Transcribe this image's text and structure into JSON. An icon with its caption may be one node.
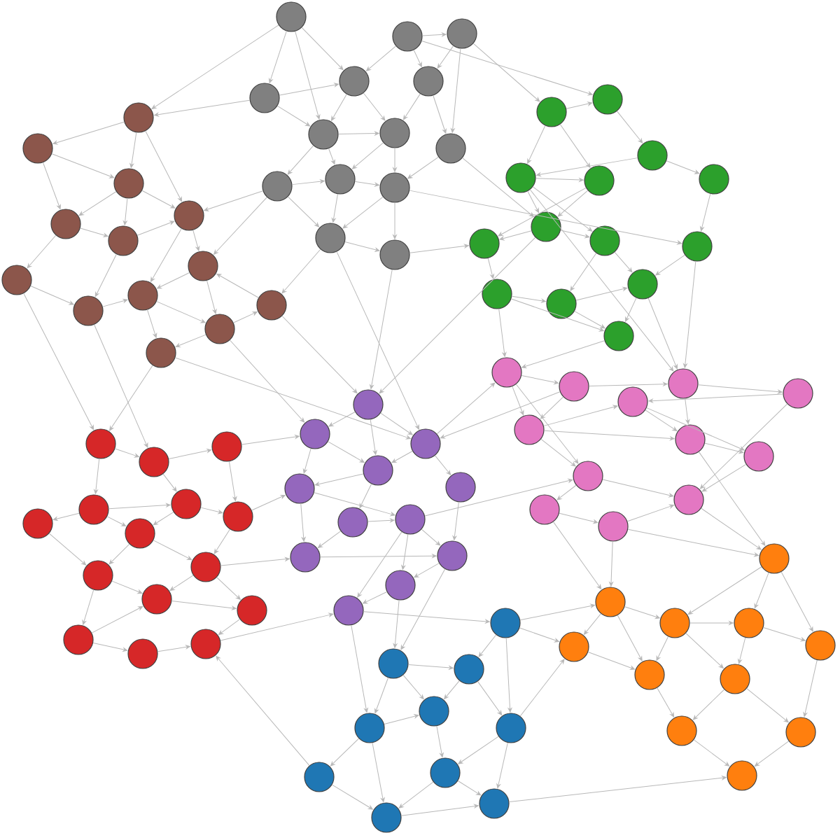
{
  "diagram": {
    "nodes": [
      {
        "text": [],
        "shape": "circle"
      },
      {
        "text": [],
        "shape": "circle"
      },
      {
        "text": [],
        "shape": "circle"
      },
      {
        "text": [],
        "shape": "circle"
      },
      {
        "text": [],
        "shape": "circle"
      },
      {
        "text": [],
        "shape": "circle"
      },
      {
        "text": [],
        "shape": "circle"
      },
      {
        "text": [],
        "shape": "circle"
      },
      {
        "text": [],
        "shape": "circle"
      },
      {
        "text": [],
        "shape": "circle"
      },
      {
        "text": [],
        "shape": "circle"
      },
      {
        "text": [],
        "shape": "circle"
      },
      {
        "text": [],
        "shape": "circle"
      },
      {
        "text": [],
        "shape": "circle"
      },
      {
        "text": [],
        "shape": "circle"
      },
      {
        "text": [],
        "shape": "circle"
      },
      {
        "text": [],
        "shape": "circle"
      },
      {
        "text": [],
        "shape": "circle"
      },
      {
        "text": [],
        "shape": "circle"
      },
      {
        "text": [],
        "shape": "circle"
      },
      {
        "text": [],
        "shape": "circle"
      },
      {
        "text": [],
        "shape": "circle"
      },
      {
        "text": [],
        "shape": "circle"
      },
      {
        "text": [],
        "shape": "circle"
      },
      {
        "text": [],
        "shape": "circle"
      },
      {
        "text": [],
        "shape": "circle"
      },
      {
        "text": [],
        "shape": "circle"
      },
      {
        "text": [],
        "shape": "circle"
      },
      {
        "text": [],
        "shape": "circle"
      },
      {
        "text": [],
        "shape": "circle"
      },
      {
        "text": [],
        "shape": "circle"
      },
      {
        "text": [],
        "shape": "circle"
      },
      {
        "text": [],
        "shape": "circle"
      },
      {
        "text": [],
        "shape": "circle"
      },
      {
        "text": [],
        "shape": "circle"
      },
      {
        "text": [],
        "shape": "circle"
      },
      {
        "text": [],
        "shape": "circle"
      },
      {
        "text": [],
        "shape": "circle"
      },
      {
        "text": [],
        "shape": "circle"
      },
      {
        "text": [],
        "shape": "circle"
      },
      {
        "text": [],
        "shape": "circle"
      },
      {
        "text": [],
        "shape": "circle"
      },
      {
        "text": [],
        "shape": "circle"
      },
      {
        "text": [],
        "shape": "circle"
      },
      {
        "text": [],
        "shape": "circle"
      },
      {
        "text": [],
        "shape": "circle"
      },
      {
        "text": [],
        "shape": "circle"
      },
      {
        "text": [],
        "shape": "circle"
      },
      {
        "text": [],
        "shape": "circle"
      },
      {
        "text": [],
        "shape": "circle"
      },
      {
        "text": [],
        "shape": "circle"
      },
      {
        "text": [],
        "shape": "circle"
      },
      {
        "text": [],
        "shape": "circle"
      },
      {
        "text": [],
        "shape": "circle"
      },
      {
        "text": [],
        "shape": "circle"
      },
      {
        "text": [],
        "shape": "circle"
      },
      {
        "text": [],
        "shape": "circle"
      },
      {
        "text": [],
        "shape": "circle"
      },
      {
        "text": [],
        "shape": "circle"
      },
      {
        "text": [],
        "shape": "circle"
      },
      {
        "text": [],
        "shape": "circle"
      },
      {
        "text": [],
        "shape": "circle"
      },
      {
        "text": [],
        "shape": "circle"
      },
      {
        "text": [],
        "shape": "circle"
      },
      {
        "text": [],
        "shape": "circle"
      },
      {
        "text": [],
        "shape": "circle"
      },
      {
        "text": [],
        "shape": "circle"
      },
      {
        "text": [],
        "shape": "circle"
      },
      {
        "text": [],
        "shape": "circle"
      },
      {
        "text": [],
        "shape": "circle"
      },
      {
        "text": [],
        "shape": "circle"
      },
      {
        "text": [],
        "shape": "circle"
      },
      {
        "text": [],
        "shape": "circle"
      },
      {
        "text": [],
        "shape": "circle"
      },
      {
        "text": [],
        "shape": "circle"
      },
      {
        "text": [],
        "shape": "circle"
      },
      {
        "text": [],
        "shape": "circle"
      },
      {
        "text": [],
        "shape": "circle"
      },
      {
        "text": [],
        "shape": "circle"
      },
      {
        "text": [],
        "shape": "circle"
      },
      {
        "text": [],
        "shape": "circle"
      },
      {
        "text": [],
        "shape": "circle"
      },
      {
        "text": [],
        "shape": "circle"
      },
      {
        "text": [],
        "shape": "circle"
      },
      {
        "text": [],
        "shape": "circle"
      },
      {
        "text": [],
        "shape": "circle"
      },
      {
        "text": [],
        "shape": "circle"
      },
      {
        "text": [],
        "shape": "circle"
      },
      {
        "text": [],
        "shape": "circle"
      },
      {
        "text": [],
        "shape": "circle"
      },
      {
        "text": [],
        "shape": "circle"
      },
      {
        "text": [],
        "shape": "circle"
      },
      {
        "text": [],
        "shape": "circle"
      },
      {
        "text": [],
        "shape": "circle"
      },
      {
        "text": [],
        "shape": "circle"
      },
      {
        "text": [],
        "shape": "circle"
      },
      {
        "text": [],
        "shape": "circle"
      },
      {
        "text": [],
        "shape": "circle"
      },
      {
        "text": [],
        "shape": "circle"
      },
      {
        "text": [],
        "shape": "circle"
      },
      {
        "text": [],
        "shape": "circle"
      }
    ],
    "edges": [
      {
        "from": 0,
        "to": 3,
        "arrow": "to"
      },
      {
        "from": 0,
        "to": 4,
        "arrow": "to"
      },
      {
        "from": 1,
        "to": 4,
        "arrow": "to"
      },
      {
        "from": 1,
        "to": 5,
        "arrow": "to"
      },
      {
        "from": 2,
        "to": 5,
        "arrow": "to"
      },
      {
        "from": 1,
        "to": 2,
        "arrow": "to"
      },
      {
        "from": 3,
        "to": 4,
        "arrow": "to"
      },
      {
        "from": 3,
        "to": 6,
        "arrow": "to"
      },
      {
        "from": 4,
        "to": 6,
        "arrow": "to"
      },
      {
        "from": 4,
        "to": 7,
        "arrow": "to"
      },
      {
        "from": 5,
        "to": 7,
        "arrow": "to"
      },
      {
        "from": 5,
        "to": 8,
        "arrow": "to"
      },
      {
        "from": 6,
        "to": 7,
        "arrow": "to"
      },
      {
        "from": 6,
        "to": 9,
        "arrow": "to"
      },
      {
        "from": 6,
        "to": 10,
        "arrow": "to"
      },
      {
        "from": 7,
        "to": 10,
        "arrow": "to"
      },
      {
        "from": 7,
        "to": 11,
        "arrow": "to"
      },
      {
        "from": 8,
        "to": 11,
        "arrow": "to"
      },
      {
        "from": 9,
        "to": 10,
        "arrow": "to"
      },
      {
        "from": 10,
        "to": 11,
        "arrow": "to"
      },
      {
        "from": 10,
        "to": 12,
        "arrow": "to"
      },
      {
        "from": 11,
        "to": 12,
        "arrow": "to"
      },
      {
        "from": 11,
        "to": 13,
        "arrow": "to"
      },
      {
        "from": 12,
        "to": 13,
        "arrow": "to"
      },
      {
        "from": 9,
        "to": 12,
        "arrow": "to"
      },
      {
        "from": 0,
        "to": 6,
        "arrow": "to"
      },
      {
        "from": 2,
        "to": 8,
        "arrow": "to"
      },
      {
        "from": 14,
        "to": 15,
        "arrow": "to"
      },
      {
        "from": 14,
        "to": 16,
        "arrow": "to"
      },
      {
        "from": 15,
        "to": 16,
        "arrow": "to"
      },
      {
        "from": 15,
        "to": 17,
        "arrow": "to"
      },
      {
        "from": 16,
        "to": 17,
        "arrow": "to"
      },
      {
        "from": 16,
        "to": 18,
        "arrow": "to"
      },
      {
        "from": 16,
        "to": 19,
        "arrow": "to"
      },
      {
        "from": 17,
        "to": 18,
        "arrow": "to"
      },
      {
        "from": 17,
        "to": 21,
        "arrow": "to"
      },
      {
        "from": 18,
        "to": 22,
        "arrow": "to"
      },
      {
        "from": 19,
        "to": 20,
        "arrow": "to"
      },
      {
        "from": 19,
        "to": 23,
        "arrow": "to"
      },
      {
        "from": 20,
        "to": 23,
        "arrow": "to"
      },
      {
        "from": 20,
        "to": 24,
        "arrow": "to"
      },
      {
        "from": 21,
        "to": 22,
        "arrow": "to"
      },
      {
        "from": 22,
        "to": 23,
        "arrow": "to"
      },
      {
        "from": 23,
        "to": 24,
        "arrow": "to"
      },
      {
        "from": 23,
        "to": 26,
        "arrow": "to"
      },
      {
        "from": 24,
        "to": 25,
        "arrow": "to"
      },
      {
        "from": 24,
        "to": 26,
        "arrow": "to"
      },
      {
        "from": 25,
        "to": 20,
        "arrow": "to"
      },
      {
        "from": 18,
        "to": 19,
        "arrow": "to"
      },
      {
        "from": 14,
        "to": 19,
        "arrow": "to"
      },
      {
        "from": 27,
        "to": 28,
        "arrow": "to"
      },
      {
        "from": 27,
        "to": 30,
        "arrow": "to"
      },
      {
        "from": 28,
        "to": 29,
        "arrow": "to"
      },
      {
        "from": 27,
        "to": 31,
        "arrow": "to"
      },
      {
        "from": 29,
        "to": 30,
        "arrow": "to"
      },
      {
        "from": 29,
        "to": 32,
        "arrow": "to"
      },
      {
        "from": 30,
        "to": 31,
        "arrow": "to"
      },
      {
        "from": 30,
        "to": 33,
        "arrow": "to"
      },
      {
        "from": 30,
        "to": 35,
        "arrow": "to"
      },
      {
        "from": 31,
        "to": 34,
        "arrow": "to"
      },
      {
        "from": 32,
        "to": 36,
        "arrow": "to"
      },
      {
        "from": 33,
        "to": 34,
        "arrow": "to"
      },
      {
        "from": 33,
        "to": 35,
        "arrow": "to"
      },
      {
        "from": 34,
        "to": 37,
        "arrow": "to"
      },
      {
        "from": 35,
        "to": 38,
        "arrow": "to"
      },
      {
        "from": 35,
        "to": 39,
        "arrow": "to"
      },
      {
        "from": 36,
        "to": 39,
        "arrow": "to"
      },
      {
        "from": 37,
        "to": 38,
        "arrow": "to"
      },
      {
        "from": 38,
        "to": 39,
        "arrow": "to"
      },
      {
        "from": 38,
        "to": 40,
        "arrow": "to"
      },
      {
        "from": 39,
        "to": 40,
        "arrow": "to"
      },
      {
        "from": 37,
        "to": 40,
        "arrow": "to"
      },
      {
        "from": 31,
        "to": 33,
        "arrow": "to"
      },
      {
        "from": 41,
        "to": 42,
        "arrow": "to"
      },
      {
        "from": 41,
        "to": 45,
        "arrow": "to"
      },
      {
        "from": 42,
        "to": 43,
        "arrow": "to"
      },
      {
        "from": 42,
        "to": 45,
        "arrow": "to"
      },
      {
        "from": 43,
        "to": 44,
        "arrow": "to"
      },
      {
        "from": 43,
        "to": 47,
        "arrow": "to"
      },
      {
        "from": 44,
        "to": 46,
        "arrow": "to"
      },
      {
        "from": 45,
        "to": 46,
        "arrow": "to"
      },
      {
        "from": 45,
        "to": 47,
        "arrow": "to"
      },
      {
        "from": 46,
        "to": 47,
        "arrow": "to"
      },
      {
        "from": 46,
        "to": 48,
        "arrow": "to"
      },
      {
        "from": 45,
        "to": 49,
        "arrow": "to"
      },
      {
        "from": 49,
        "to": 50,
        "arrow": "to"
      },
      {
        "from": 49,
        "to": 52,
        "arrow": "to"
      },
      {
        "from": 50,
        "to": 51,
        "arrow": "to"
      },
      {
        "from": 51,
        "to": 52,
        "arrow": "to"
      },
      {
        "from": 41,
        "to": 49,
        "arrow": "to"
      },
      {
        "from": 48,
        "to": 52,
        "arrow": "to"
      },
      {
        "from": 47,
        "to": 48,
        "arrow": "to"
      },
      {
        "from": 53,
        "to": 54,
        "arrow": "to"
      },
      {
        "from": 53,
        "to": 55,
        "arrow": "to"
      },
      {
        "from": 53,
        "to": 56,
        "arrow": "to"
      },
      {
        "from": 54,
        "to": 56,
        "arrow": "to"
      },
      {
        "from": 54,
        "to": 57,
        "arrow": "to"
      },
      {
        "from": 55,
        "to": 56,
        "arrow": "to"
      },
      {
        "from": 55,
        "to": 58,
        "arrow": "to"
      },
      {
        "from": 56,
        "to": 57,
        "arrow": "to"
      },
      {
        "from": 56,
        "to": 59,
        "arrow": "to"
      },
      {
        "from": 57,
        "to": 60,
        "arrow": "to"
      },
      {
        "from": 57,
        "to": 61,
        "arrow": "to"
      },
      {
        "from": 58,
        "to": 62,
        "arrow": "to"
      },
      {
        "from": 60,
        "to": 62,
        "arrow": "to"
      },
      {
        "from": 59,
        "to": 60,
        "arrow": "to"
      },
      {
        "from": 59,
        "to": 61,
        "arrow": "to"
      },
      {
        "from": 60,
        "to": 63,
        "arrow": "to"
      },
      {
        "from": 61,
        "to": 62,
        "arrow": "to"
      },
      {
        "from": 62,
        "to": 63,
        "arrow": "to"
      },
      {
        "from": 63,
        "to": 64,
        "arrow": "to"
      },
      {
        "from": 60,
        "to": 64,
        "arrow": "to"
      },
      {
        "from": 65,
        "to": 66,
        "arrow": "to"
      },
      {
        "from": 65,
        "to": 68,
        "arrow": "to"
      },
      {
        "from": 66,
        "to": 67,
        "arrow": "to"
      },
      {
        "from": 66,
        "to": 69,
        "arrow": "to"
      },
      {
        "from": 67,
        "to": 70,
        "arrow": "to"
      },
      {
        "from": 68,
        "to": 69,
        "arrow": "to"
      },
      {
        "from": 68,
        "to": 71,
        "arrow": "to"
      },
      {
        "from": 68,
        "to": 72,
        "arrow": "to"
      },
      {
        "from": 69,
        "to": 70,
        "arrow": "to"
      },
      {
        "from": 69,
        "to": 72,
        "arrow": "to"
      },
      {
        "from": 70,
        "to": 74,
        "arrow": "to"
      },
      {
        "from": 71,
        "to": 73,
        "arrow": "to"
      },
      {
        "from": 72,
        "to": 73,
        "arrow": "to"
      },
      {
        "from": 72,
        "to": 74,
        "arrow": "to"
      },
      {
        "from": 73,
        "to": 75,
        "arrow": "to"
      },
      {
        "from": 73,
        "to": 77,
        "arrow": "to"
      },
      {
        "from": 74,
        "to": 75,
        "arrow": "to"
      },
      {
        "from": 74,
        "to": 76,
        "arrow": "to"
      },
      {
        "from": 75,
        "to": 76,
        "arrow": "to"
      },
      {
        "from": 76,
        "to": 79,
        "arrow": "to"
      },
      {
        "from": 77,
        "to": 78,
        "arrow": "to"
      },
      {
        "from": 78,
        "to": 79,
        "arrow": "to"
      },
      {
        "from": 77,
        "to": 75,
        "arrow": "to"
      },
      {
        "from": 80,
        "to": 82,
        "arrow": "to"
      },
      {
        "from": 80,
        "to": 85,
        "arrow": "to"
      },
      {
        "from": 81,
        "to": 82,
        "arrow": "to"
      },
      {
        "from": 81,
        "to": 83,
        "arrow": "to"
      },
      {
        "from": 81,
        "to": 84,
        "arrow": "to"
      },
      {
        "from": 82,
        "to": 84,
        "arrow": "to"
      },
      {
        "from": 82,
        "to": 85,
        "arrow": "to"
      },
      {
        "from": 83,
        "to": 84,
        "arrow": "to"
      },
      {
        "from": 83,
        "to": 86,
        "arrow": "to"
      },
      {
        "from": 83,
        "to": 88,
        "arrow": "to"
      },
      {
        "from": 84,
        "to": 87,
        "arrow": "to"
      },
      {
        "from": 85,
        "to": 87,
        "arrow": "to"
      },
      {
        "from": 85,
        "to": 89,
        "arrow": "to"
      },
      {
        "from": 86,
        "to": 88,
        "arrow": "to"
      },
      {
        "from": 87,
        "to": 88,
        "arrow": "to"
      },
      {
        "from": 87,
        "to": 89,
        "arrow": "to"
      },
      {
        "from": 88,
        "to": 89,
        "arrow": "to"
      },
      {
        "from": 90,
        "to": 93,
        "arrow": "to"
      },
      {
        "from": 90,
        "to": 94,
        "arrow": "to"
      },
      {
        "from": 90,
        "to": 95,
        "arrow": "to"
      },
      {
        "from": 91,
        "to": 92,
        "arrow": "to"
      },
      {
        "from": 91,
        "to": 93,
        "arrow": "to"
      },
      {
        "from": 91,
        "to": 96,
        "arrow": "to"
      },
      {
        "from": 92,
        "to": 96,
        "arrow": "to"
      },
      {
        "from": 93,
        "to": 94,
        "arrow": "to"
      },
      {
        "from": 93,
        "to": 96,
        "arrow": "to"
      },
      {
        "from": 93,
        "to": 97,
        "arrow": "to"
      },
      {
        "from": 94,
        "to": 95,
        "arrow": "to"
      },
      {
        "from": 94,
        "to": 97,
        "arrow": "to"
      },
      {
        "from": 95,
        "to": 99,
        "arrow": "to"
      },
      {
        "from": 96,
        "to": 98,
        "arrow": "to"
      },
      {
        "from": 97,
        "to": 98,
        "arrow": "to"
      },
      {
        "from": 97,
        "to": 99,
        "arrow": "to"
      },
      {
        "from": 98,
        "to": 100,
        "arrow": "to"
      },
      {
        "from": 99,
        "to": 100,
        "arrow": "to"
      },
      {
        "from": 9,
        "to": 20,
        "arrow": "to"
      },
      {
        "from": 12,
        "to": 25,
        "arrow": "to"
      },
      {
        "from": 13,
        "to": 34,
        "arrow": "to"
      },
      {
        "from": 8,
        "to": 33,
        "arrow": "to"
      },
      {
        "from": 0,
        "to": 14,
        "arrow": "to"
      },
      {
        "from": 3,
        "to": 14,
        "arrow": "to"
      },
      {
        "from": 11,
        "to": 36,
        "arrow": "to"
      },
      {
        "from": 25,
        "to": 53,
        "arrow": "to"
      },
      {
        "from": 26,
        "to": 65,
        "arrow": "to"
      },
      {
        "from": 24,
        "to": 54,
        "arrow": "to"
      },
      {
        "from": 40,
        "to": 41,
        "arrow": "to"
      },
      {
        "from": 37,
        "to": 41,
        "arrow": "to"
      },
      {
        "from": 39,
        "to": 43,
        "arrow": "to"
      },
      {
        "from": 42,
        "to": 55,
        "arrow": "to"
      },
      {
        "from": 44,
        "to": 52,
        "arrow": "to"
      },
      {
        "from": 51,
        "to": 90,
        "arrow": "to"
      },
      {
        "from": 52,
        "to": 90,
        "arrow": "to"
      },
      {
        "from": 51,
        "to": 91,
        "arrow": "to"
      },
      {
        "from": 50,
        "to": 91,
        "arrow": "to"
      },
      {
        "from": 64,
        "to": 80,
        "arrow": "to"
      },
      {
        "from": 62,
        "to": 81,
        "arrow": "to"
      },
      {
        "from": 63,
        "to": 81,
        "arrow": "to"
      },
      {
        "from": 64,
        "to": 83,
        "arrow": "to"
      },
      {
        "from": 80,
        "to": 91,
        "arrow": "to"
      },
      {
        "from": 80,
        "to": 92,
        "arrow": "to"
      },
      {
        "from": 85,
        "to": 92,
        "arrow": "to"
      },
      {
        "from": 89,
        "to": 100,
        "arrow": "to"
      },
      {
        "from": 86,
        "to": 79,
        "arrow": "to"
      },
      {
        "from": 79,
        "to": 64,
        "arrow": "to"
      },
      {
        "from": 74,
        "to": 61,
        "arrow": "to"
      },
      {
        "from": 67,
        "to": 54,
        "arrow": "to"
      },
      {
        "from": 70,
        "to": 57,
        "arrow": "to"
      },
      {
        "from": 22,
        "to": 66,
        "arrow": "to"
      },
      {
        "from": 55,
        "to": 41,
        "arrow": "to"
      },
      {
        "from": 60,
        "to": 49,
        "arrow": "to"
      },
      {
        "from": 13,
        "to": 53,
        "arrow": "to"
      },
      {
        "from": 12,
        "to": 55,
        "arrow": "to"
      },
      {
        "from": 9,
        "to": 19,
        "arrow": "to"
      },
      {
        "from": 1,
        "to": 28,
        "arrow": "to"
      },
      {
        "from": 2,
        "to": 27,
        "arrow": "to"
      },
      {
        "from": 30,
        "to": 43,
        "arrow": "to"
      },
      {
        "from": 33,
        "to": 53,
        "arrow": "to"
      },
      {
        "from": 36,
        "to": 43,
        "arrow": "to"
      },
      {
        "from": 47,
        "to": 90,
        "arrow": "to"
      },
      {
        "from": 21,
        "to": 65,
        "arrow": "to"
      },
      {
        "from": 26,
        "to": 55,
        "arrow": "to"
      }
    ]
  }
}
